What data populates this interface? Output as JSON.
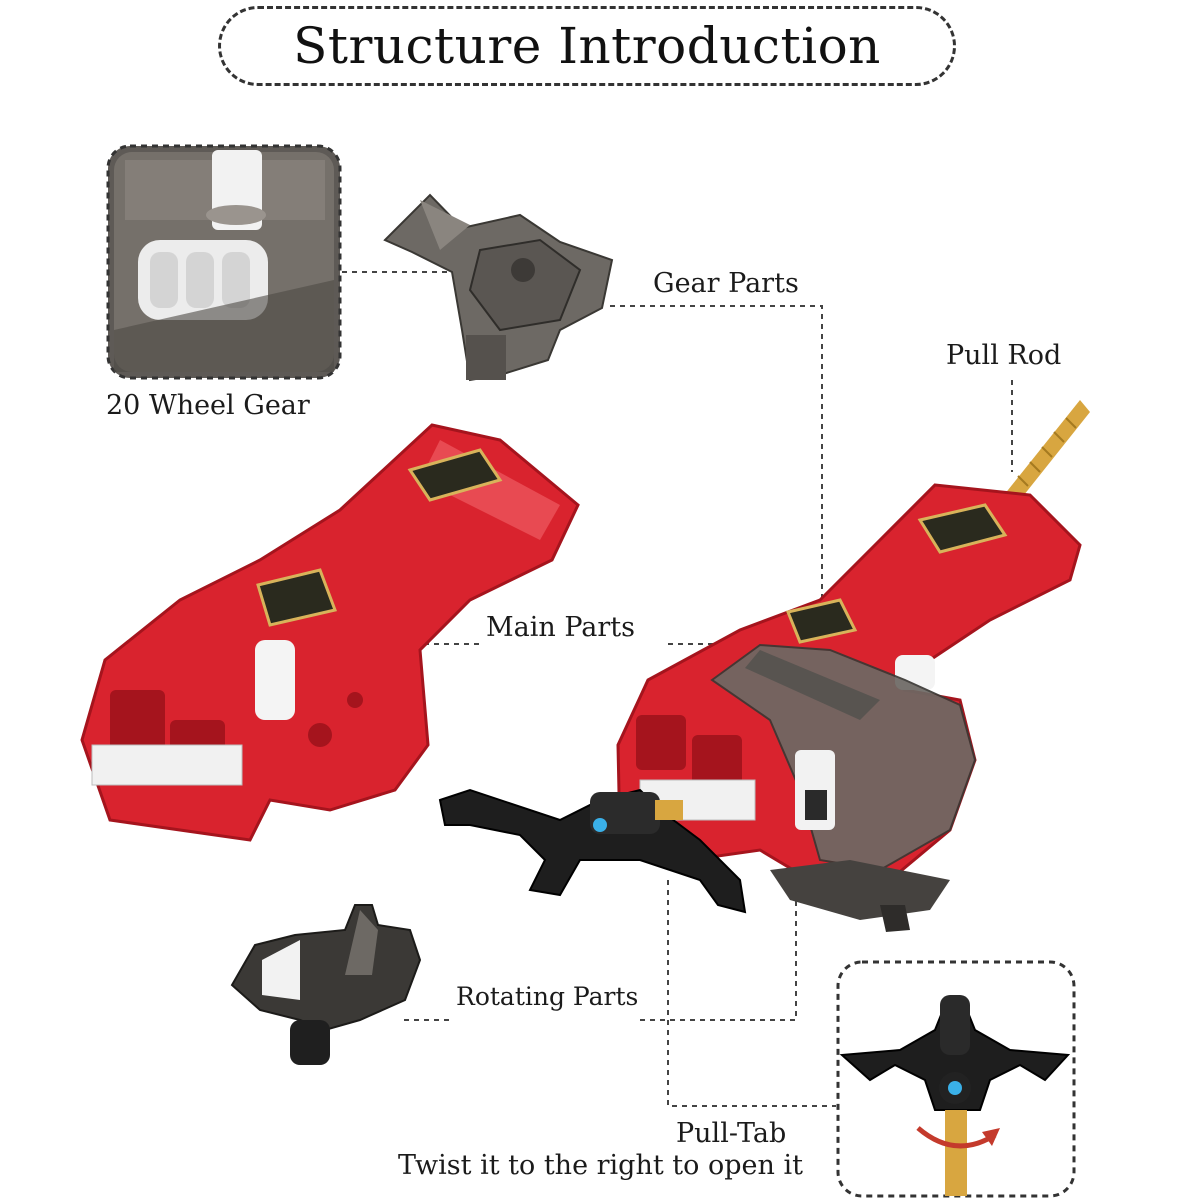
{
  "title": "Structure Introduction",
  "labels": {
    "gear_parts": "Gear Parts",
    "pull_rod": "Pull Rod",
    "wheel_gear": "20 Wheel Gear",
    "main_parts": "Main Parts",
    "rotating_parts": "Rotating Parts",
    "pull_tab": "Pull-Tab",
    "twist_instruction": "Twist it to the right to open it"
  },
  "colors": {
    "launcher_red": "#d9232e",
    "launcher_dark_red": "#a5141d",
    "smoke_gray": "#6e6a66",
    "black_part": "#1e1e1e",
    "gold_rod": "#d8a640",
    "arrow_red": "#c43a2c"
  }
}
